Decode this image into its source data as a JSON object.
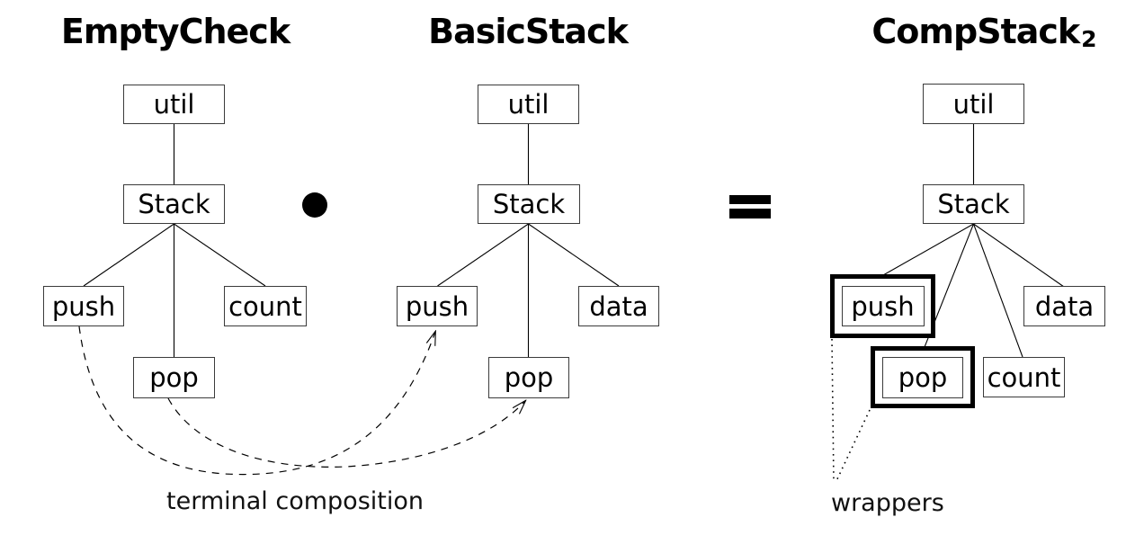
{
  "panels": [
    {
      "title": "EmptyCheck",
      "nodes": {
        "util": "util",
        "stack": "Stack",
        "push": "push",
        "pop": "pop",
        "count": "count"
      }
    },
    {
      "title": "BasicStack",
      "nodes": {
        "util": "util",
        "stack": "Stack",
        "push": "push",
        "pop": "pop",
        "data": "data"
      }
    },
    {
      "title": "CompStack",
      "title_subscript": "2",
      "nodes": {
        "util": "util",
        "stack": "Stack",
        "push": "push",
        "pop": "pop",
        "count": "count",
        "data": "data"
      },
      "wrapped_nodes": [
        "push",
        "pop"
      ]
    }
  ],
  "operators": {
    "compose_icon": "filled-circle",
    "equals_icon": "equals-sign"
  },
  "annotations": {
    "terminal_composition": "terminal composition",
    "wrappers": "wrappers"
  },
  "colors": {
    "foreground": "#000000",
    "background": "#ffffff"
  }
}
